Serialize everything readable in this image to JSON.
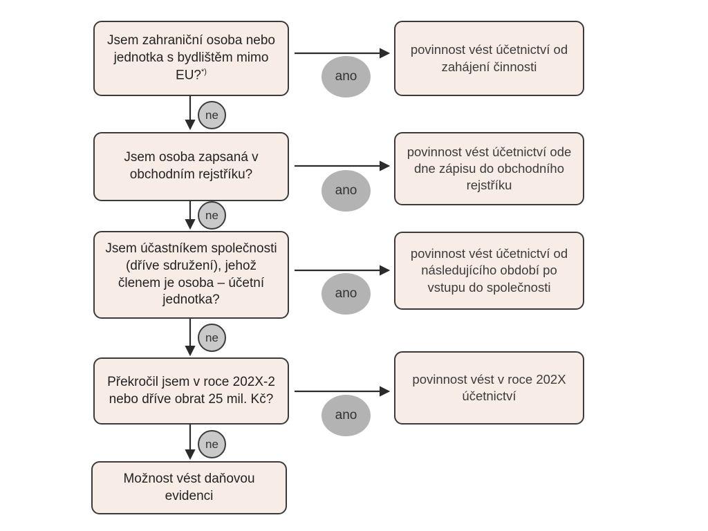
{
  "diagram": {
    "title": "Rozhodovaci schema - povinnost vest ucetnictvi",
    "background_color": "#ffffff",
    "node_fill": "#f8ece6",
    "node_border": "#3a3a3a",
    "label_fill": "#b3b3b3",
    "arrow_color": "#2b2b2b"
  },
  "nodes": {
    "q1": "Jsem zahraniční osoba nebo jednotka s bydlištěm mimo EU?",
    "q1_sup": "*)",
    "a1": "povinnost vést účetnictví od zahájení činnosti",
    "q2": "Jsem osoba zapsaná v obchodním rejstříku?",
    "a2": "povinnost vést účetnictví ode dne zápisu do obchodního rejstříku",
    "q3": "Jsem účastníkem společnosti (dříve sdružení), jehož členem je osoba – účetní jednotka?",
    "a3": "povinnost vést účetnictví od následujícího období po vstupu do společnosti",
    "q4": "Překročil jsem v roce 202X-2 nebo dříve obrat 25 mil. Kč?",
    "a4": "povinnost vést v roce 202X účetnictví",
    "end": "Možnost vést daňovou evidenci"
  },
  "edge_labels": {
    "yes1": "ano",
    "yes2": "ano",
    "yes3": "ano",
    "yes4": "ano",
    "no1": "ne",
    "no2": "ne",
    "no3": "ne",
    "no4": "ne"
  }
}
